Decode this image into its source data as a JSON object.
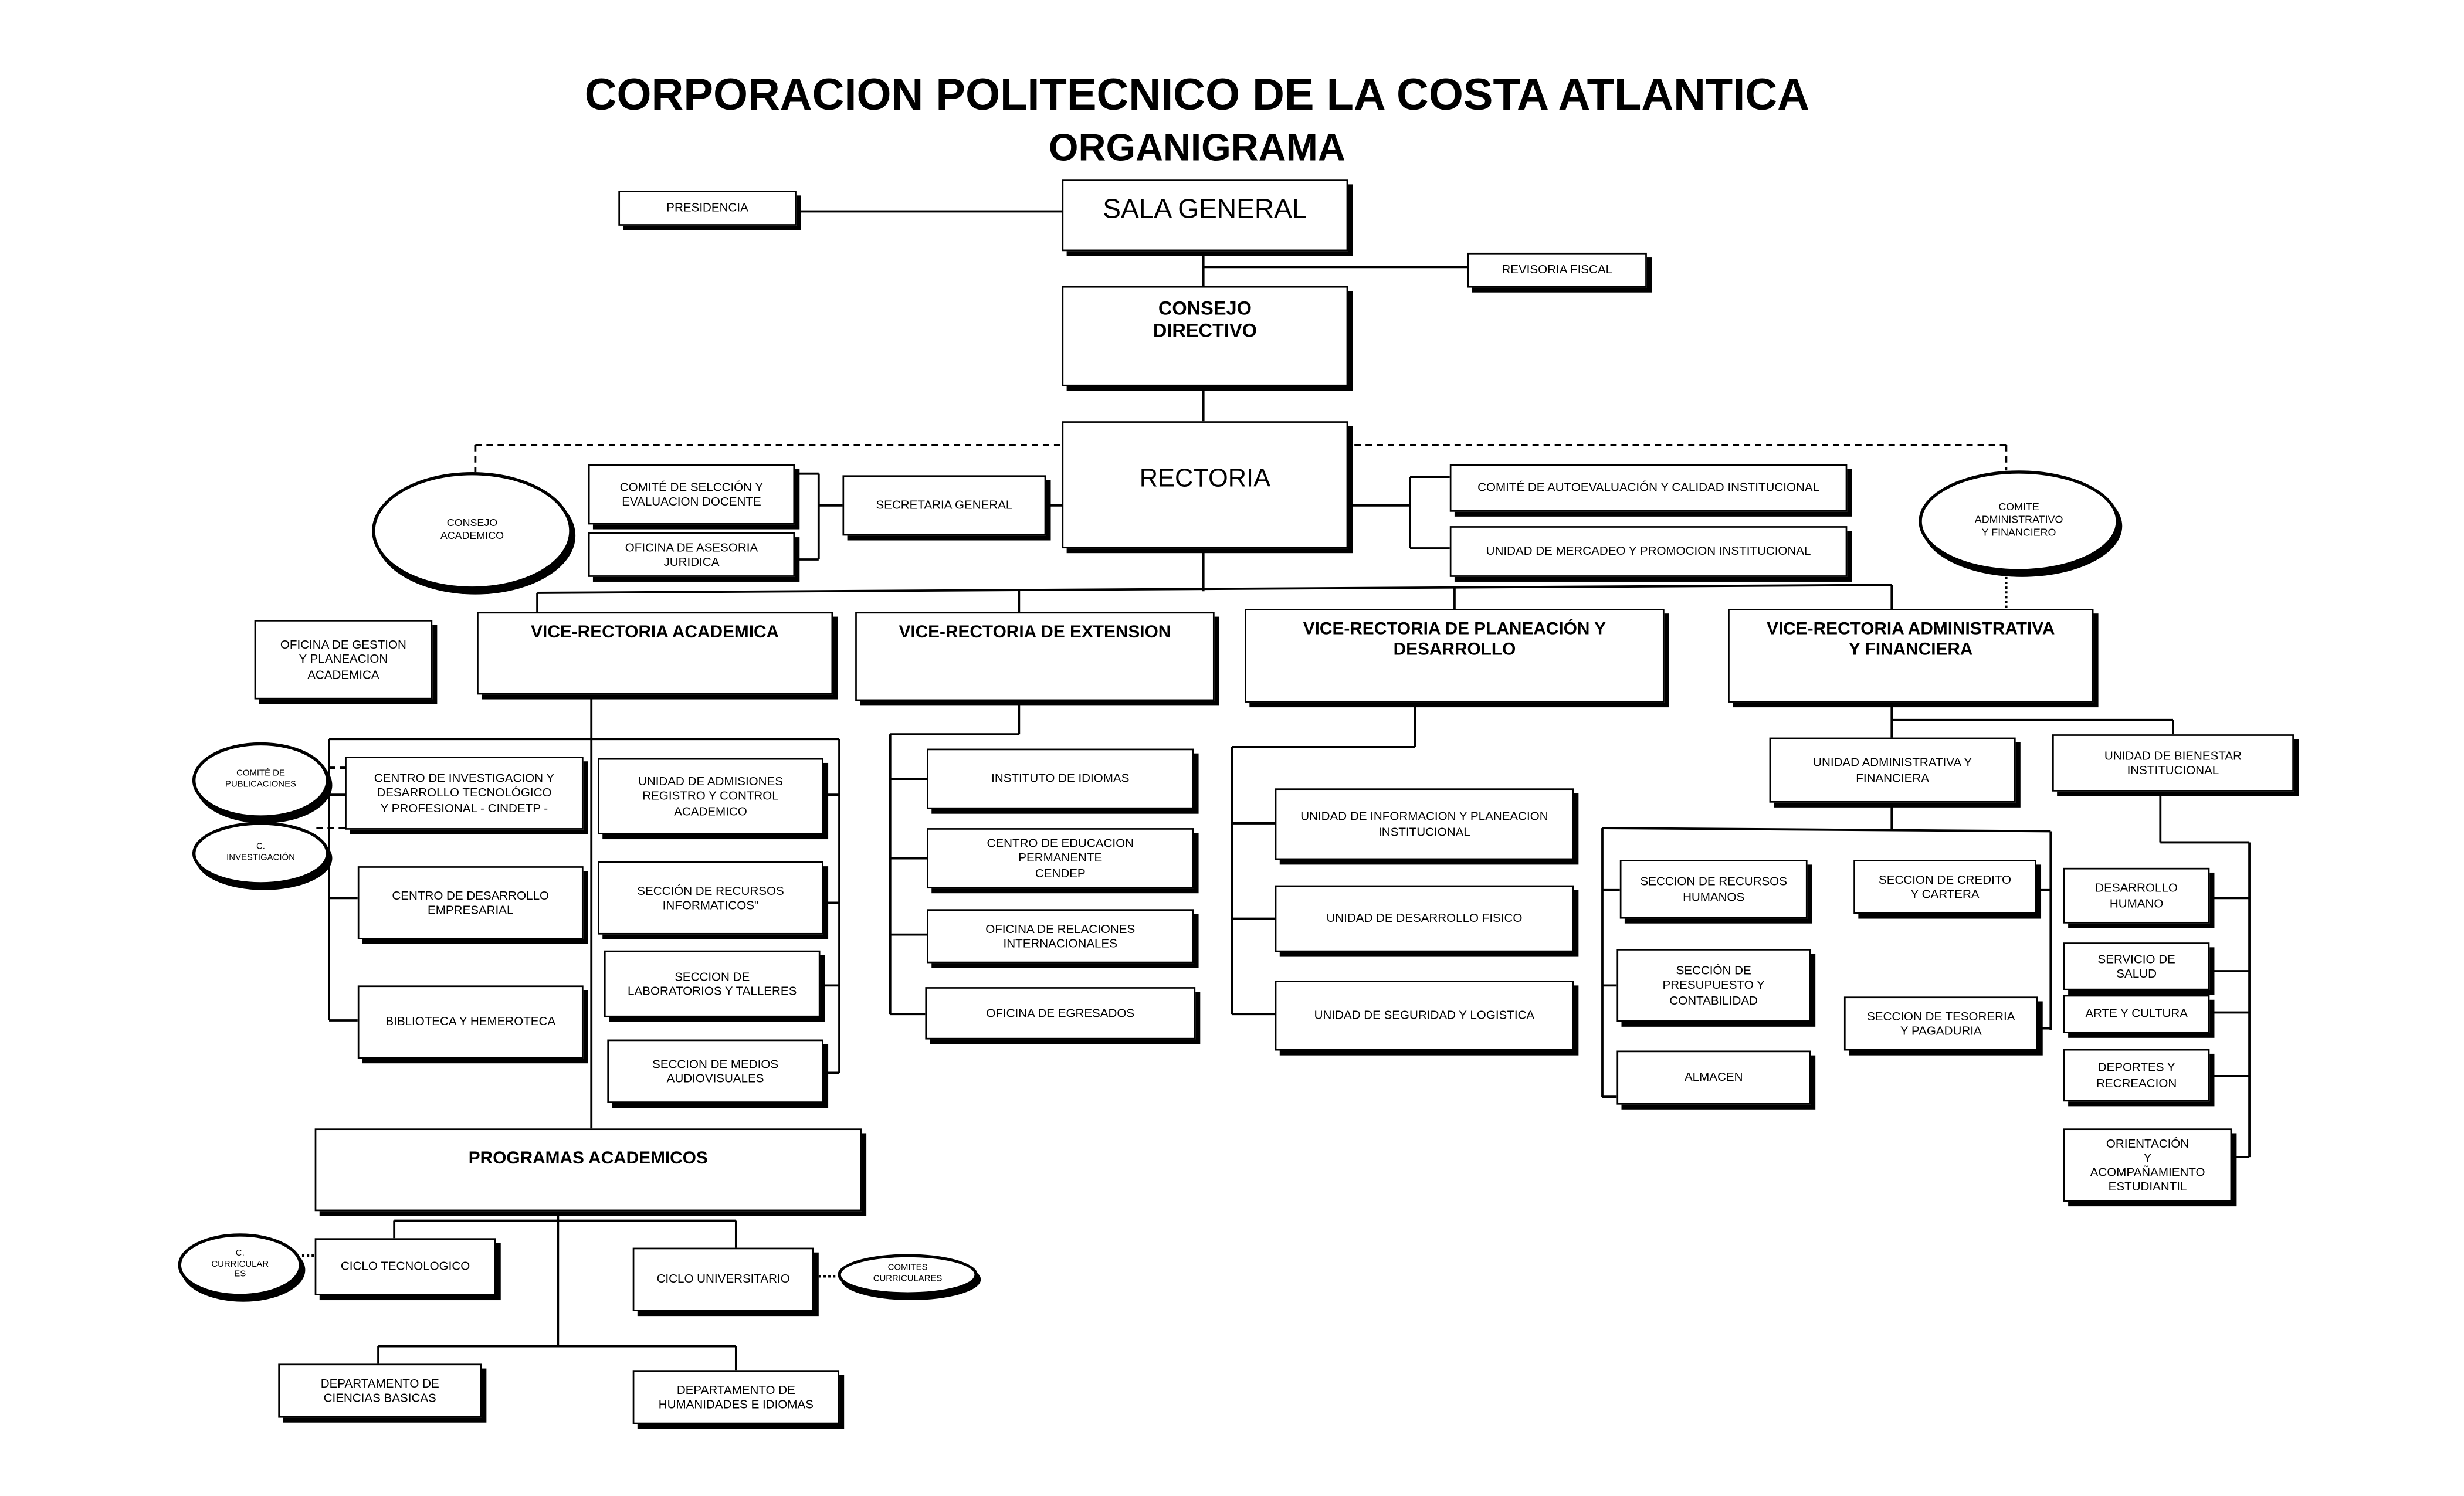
{
  "title": "CORPORACION POLITECNICO DE LA COSTA ATLANTICA",
  "subtitle": "ORGANIGRAMA",
  "boxes": {
    "presidencia": "PRESIDENCIA",
    "sala_general": "SALA GENERAL",
    "revisoria_fiscal": "REVISORIA FISCAL",
    "consejo_directivo": "CONSEJO\nDIRECTIVO",
    "rectoria": "RECTORIA",
    "comite_seleccion": "COMITÉ DE SELCCIÓN Y\nEVALUACION DOCENTE",
    "oficina_juridica": "OFICINA DE ASESORIA\nJURIDICA",
    "secretaria_general": "SECRETARIA GENERAL",
    "comite_autoevaluacion": "COMITÉ DE AUTOEVALUACIÓN Y CALIDAD INSTITUCIONAL",
    "unidad_mercadeo": "UNIDAD DE MERCADEO Y PROMOCION INSTITUCIONAL",
    "consejo_academico": "CONSEJO\nACADEMICO",
    "comite_adm_fin": "COMITE\nADMINISTRATIVO\nY FINANCIERO",
    "oficina_gestion": "OFICINA DE GESTION\nY PLANEACION\nACADEMICA",
    "vr_academica": "VICE-RECTORIA ACADEMICA",
    "vr_extension": "VICE-RECTORIA DE EXTENSION",
    "vr_planeacion": "VICE-RECTORIA DE PLANEACIÓN Y\nDESARROLLO",
    "vr_administrativa": "VICE-RECTORIA ADMINISTRATIVA\nY FINANCIERA",
    "comite_publicaciones": "COMITÉ DE\nPUBLICACIONES",
    "c_investigacion": "C.\nINVESTIGACIÓN",
    "cindetp": "CENTRO DE INVESTIGACION Y\nDESARROLLO TECNOLÓGICO\nY PROFESIONAL  - CINDETP -",
    "desarrollo_empresarial": "CENTRO DE DESARROLLO\nEMPRESARIAL",
    "biblioteca": "BIBLIOTECA Y HEMEROTECA",
    "admisiones": "UNIDAD DE ADMISIONES\nREGISTRO Y CONTROL\nACADEMICO",
    "recursos_informaticos": "SECCIÓN DE RECURSOS\nINFORMATICOS\"",
    "laboratorios": "SECCION DE\nLABORATORIOS Y TALLERES\n ",
    "medios": "SECCION DE MEDIOS\nAUDIOVISUALES",
    "instituto_idiomas": "INSTITUTO DE IDIOMAS",
    "educacion_permanente": "CENTRO DE EDUCACION\nPERMANENTE\nCENDEP",
    "relaciones": "OFICINA DE RELACIONES\nINTERNACIONALES",
    "egresados": "OFICINA DE EGRESADOS",
    "info_planeacion": "UNIDAD DE INFORMACION Y PLANEACION\nINSTITUCIONAL",
    "desarrollo_fisico": "UNIDAD DE DESARROLLO FISICO",
    "seguridad": "UNIDAD DE SEGURIDAD Y LOGISTICA",
    "unidad_adm_fin": "UNIDAD ADMINISTRATIVA Y\nFINANCIERA",
    "bienestar": "UNIDAD DE BIENESTAR\nINSTITUCIONAL",
    "recursos_humanos": "SECCION DE RECURSOS\nHUMANOS",
    "presupuesto": "SECCIÓN  DE\nPRESUPUESTO Y\nCONTABILIDAD",
    "almacen": "ALMACEN",
    "credito": "SECCION  DE CREDITO\nY CARTERA",
    "tesoreria": "SECCION DE TESORERIA\nY  PAGADURIA",
    "desarrollo_humano": "DESARROLLO\nHUMANO",
    "salud": "SERVICIO DE\nSALUD",
    "arte": "ARTE Y CULTURA",
    "deportes": "DEPORTES Y\nRECREACION",
    "orientacion": "ORIENTACIÓN\nY\nACOMPAÑAMIENTO\nESTUDIANTIL",
    "programas": "PROGRAMAS ACADEMICOS",
    "ciclo_tecnologico": "CICLO TECNOLOGICO",
    "ciclo_universitario": "CICLO UNIVERSITARIO",
    "c_curriculares": "C.\nCURRICULAR\nES",
    "comites_curriculares": "COMITES\nCURRICULARES",
    "ciencias_basicas": "DEPARTAMENTO DE\nCIENCIAS BASICAS",
    "humanidades": "DEPARTAMENTO DE\nHUMANIDADES E IDIOMAS"
  }
}
